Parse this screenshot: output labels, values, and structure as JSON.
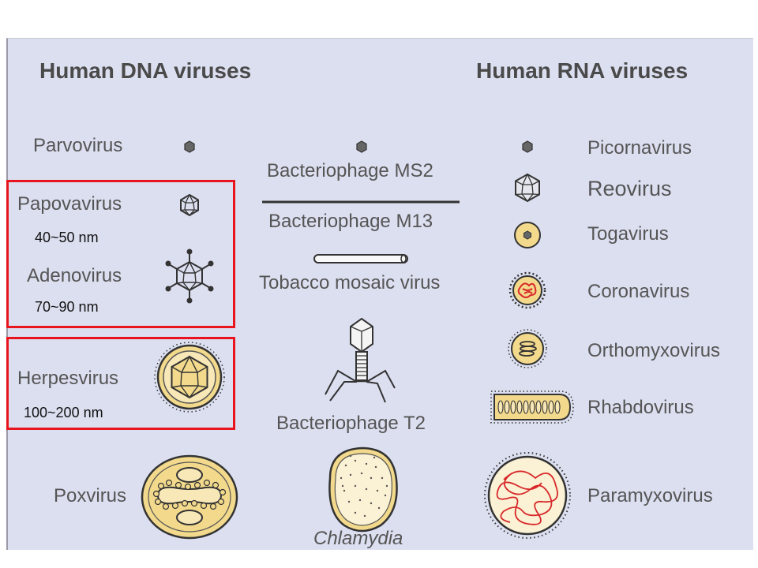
{
  "headings": {
    "dna": "Human DNA viruses",
    "rna": "Human RNA viruses"
  },
  "dna_viruses": {
    "parvovirus": "Parvovirus",
    "papovavirus": "Papovavirus",
    "adenovirus": "Adenovirus",
    "herpesvirus": "Herpesvirus",
    "poxvirus": "Poxvirus"
  },
  "middle": {
    "ms2": "Bacteriophage MS2",
    "m13": "Bacteriophage M13",
    "tmv": "Tobacco mosaic virus",
    "t2": "Bacteriophage T2",
    "chlamydia": "Chlamydia"
  },
  "rna_viruses": {
    "picornavirus": "Picornavirus",
    "reovirus": "Reovirus",
    "togavirus": "Togavirus",
    "coronavirus": "Coronavirus",
    "orthomyxovirus": "Orthomyxovirus",
    "rhabdovirus": "Rhabdovirus",
    "paramyxovirus": "Paramyxovirus"
  },
  "sizes": {
    "papova": "40~50 nm",
    "adeno": "70~90 nm",
    "herpes": "100~200 nm"
  },
  "colors": {
    "background": "#dcdff0",
    "highlight_box": "#e8141e",
    "virus_fill": "#f2d98c",
    "genome_red": "#d8282a"
  }
}
